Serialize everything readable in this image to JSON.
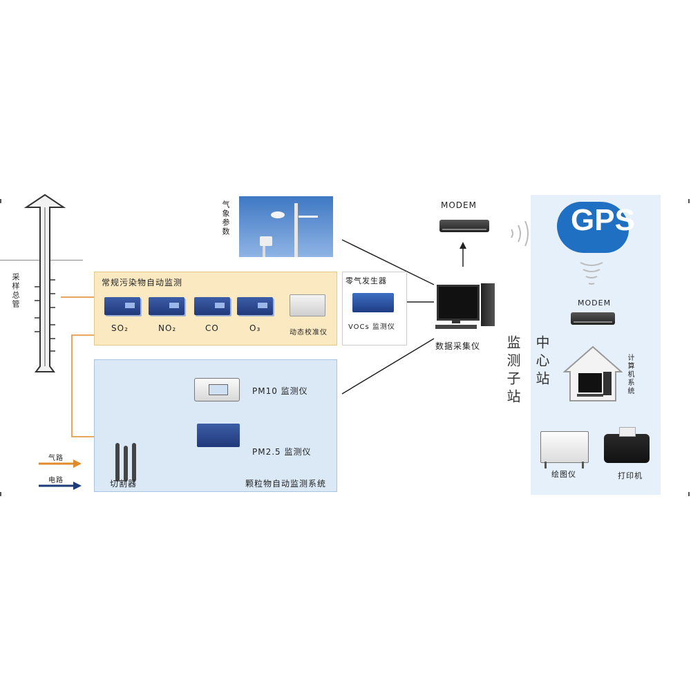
{
  "tower": {
    "label": "采样总管"
  },
  "weather": {
    "label": "气象参数"
  },
  "analyzers_panel": {
    "title": "常规污染物自动监测",
    "items": [
      {
        "label": "SO₂"
      },
      {
        "label": "NO₂"
      },
      {
        "label": "CO"
      },
      {
        "label": "O₃"
      },
      {
        "label": "动态校准仪"
      }
    ]
  },
  "calibrator": {
    "label_top": "零气发生器",
    "label_bottom": "VOCs 监测仪"
  },
  "pm_panel": {
    "title": "颗粒物自动监测系统",
    "device_top": "PM10 监测仪",
    "device_mid": "PM2.5 监测仪",
    "sampler": "切割器"
  },
  "legend": {
    "gas": "气路",
    "signal": "电路"
  },
  "substation": {
    "modem": "MODEM",
    "computer": "数据采集仪",
    "name": "监测子站"
  },
  "center": {
    "cloud": "GPS",
    "modem": "MODEM",
    "house_label": "计算机系统",
    "name": "中心站",
    "plotter": "绘图仪",
    "printer": "打印机"
  },
  "colors": {
    "gas_line": "#e08a2a",
    "signal_line": "#1d3a7a",
    "accent_blue": "#1e5fa8"
  }
}
